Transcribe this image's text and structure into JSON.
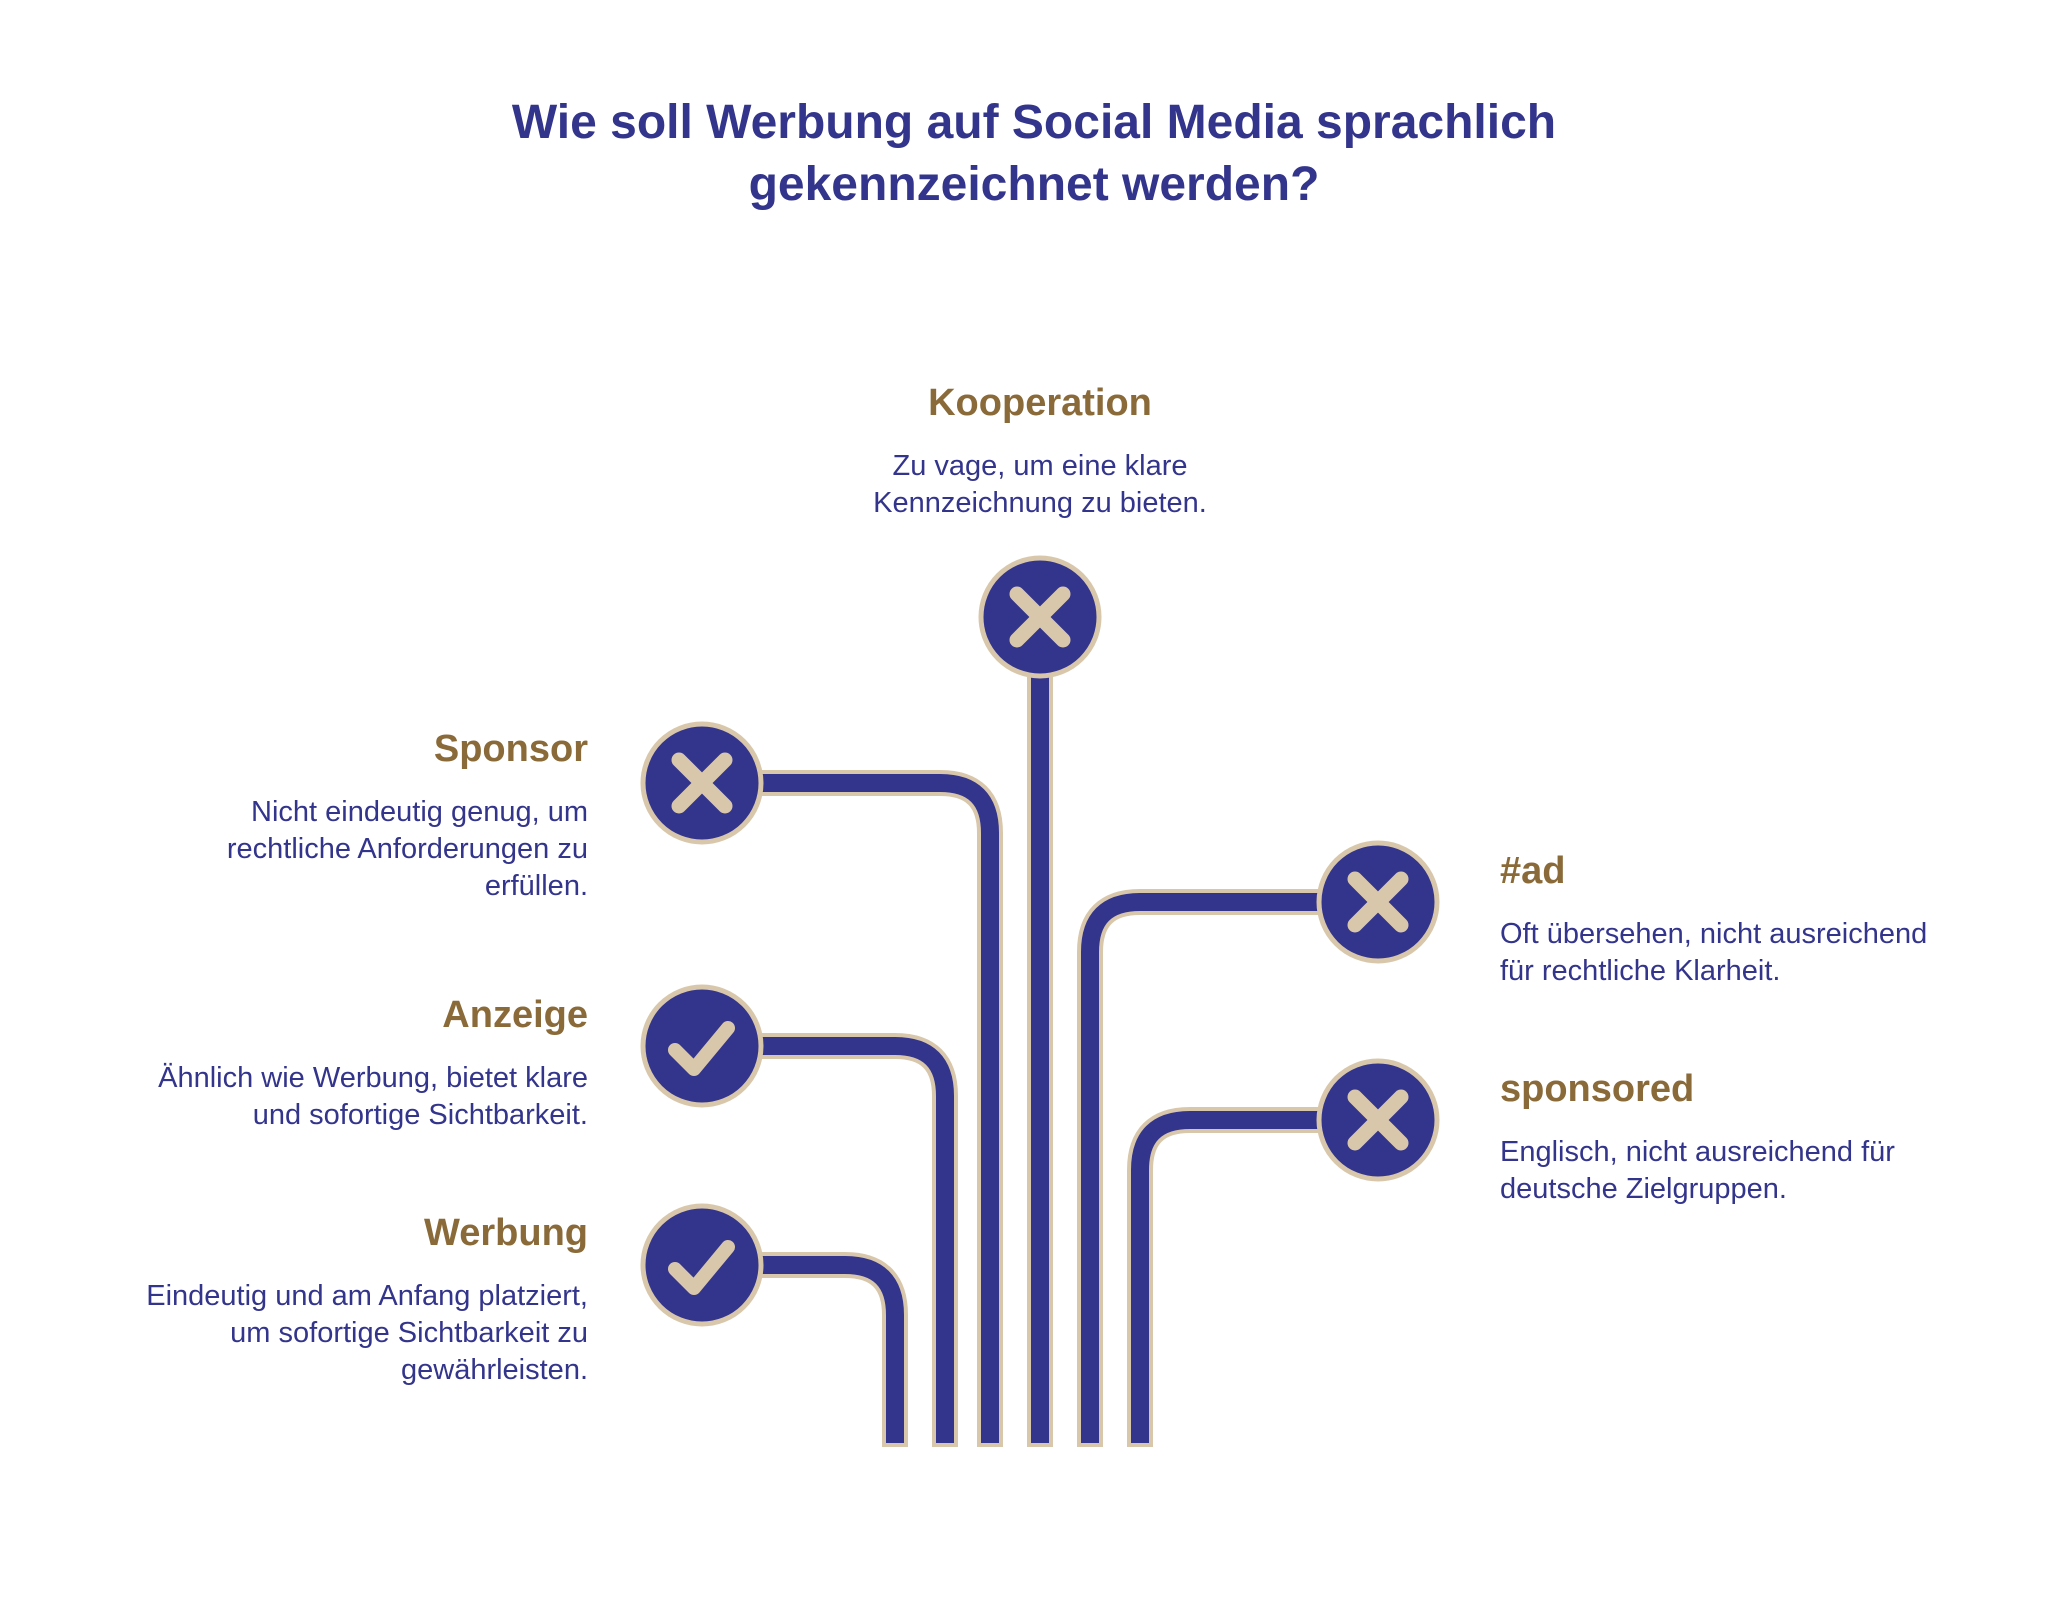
{
  "title": {
    "line1": "Wie soll Werbung auf Social Media sprachlich",
    "line2": "gekennzeichnet werden?"
  },
  "colors": {
    "primary": "#33348b",
    "accent": "#8a6a38",
    "outline": "#d9c7ab"
  },
  "options": [
    {
      "key": "kooperation",
      "heading": "Kooperation",
      "desc_lines": [
        "Zu vage, um eine klare",
        "Kennzeichnung zu bieten."
      ],
      "verdict": "cross-icon"
    },
    {
      "key": "sponsor",
      "heading": "Sponsor",
      "desc_lines": [
        "Nicht eindeutig genug, um",
        "rechtliche Anforderungen zu",
        "erfüllen."
      ],
      "verdict": "cross-icon"
    },
    {
      "key": "anzeige",
      "heading": "Anzeige",
      "desc_lines": [
        "Ähnlich wie Werbung, bietet klare",
        "und sofortige Sichtbarkeit."
      ],
      "verdict": "check-icon"
    },
    {
      "key": "werbung",
      "heading": "Werbung",
      "desc_lines": [
        "Eindeutig und am Anfang platziert,",
        "um sofortige Sichtbarkeit zu",
        "gewährleisten."
      ],
      "verdict": "check-icon"
    },
    {
      "key": "ad",
      "heading": "#ad",
      "desc_lines": [
        "Oft übersehen, nicht ausreichend",
        "für rechtliche Klarheit."
      ],
      "verdict": "cross-icon"
    },
    {
      "key": "sponsored",
      "heading": "sponsored",
      "desc_lines": [
        "Englisch, nicht ausreichend für",
        "deutsche Zielgruppen."
      ],
      "verdict": "cross-icon"
    }
  ]
}
